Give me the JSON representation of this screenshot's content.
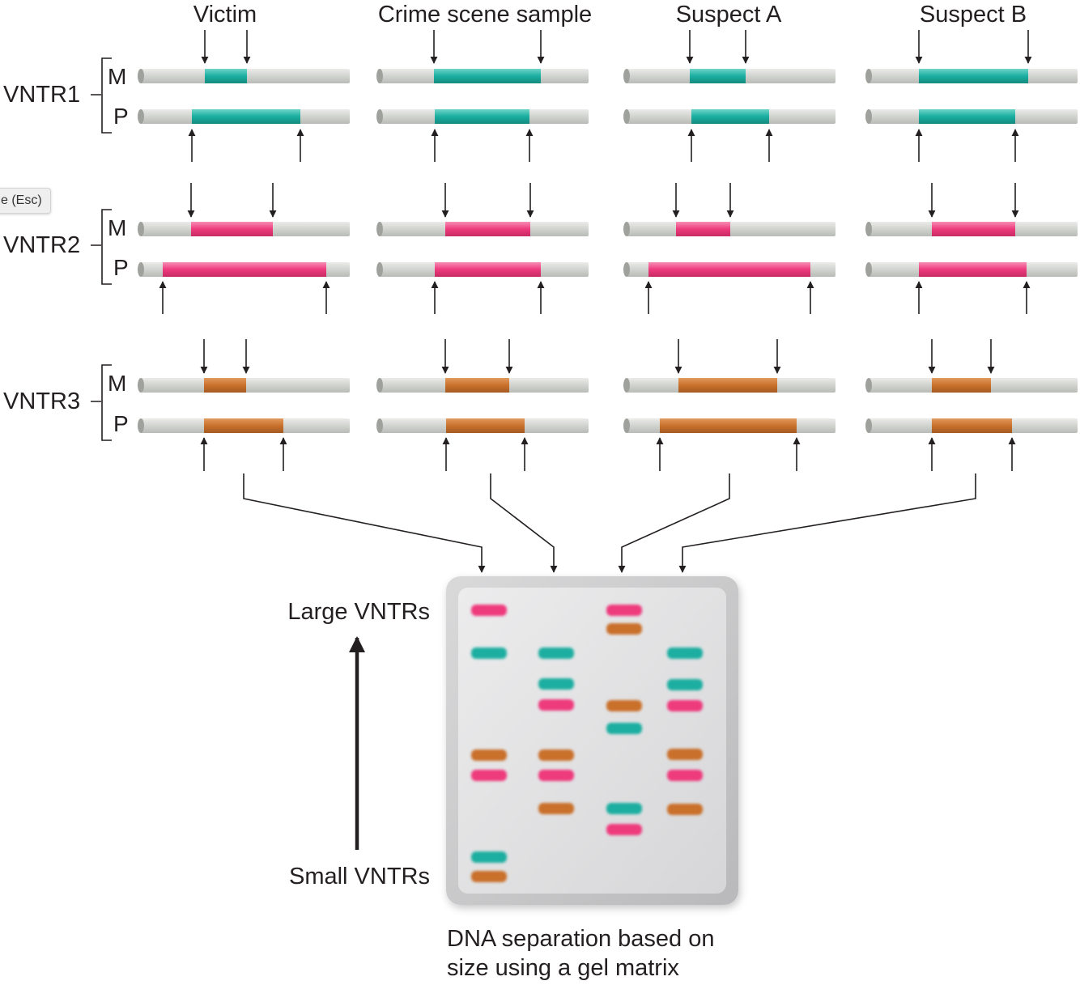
{
  "escape_hint": "e (Esc)",
  "columns": [
    "Victim",
    "Crime scene sample",
    "Suspect A",
    "Suspect B"
  ],
  "loci": [
    {
      "name": "VNTR1",
      "color": "#1aaea0"
    },
    {
      "name": "VNTR2",
      "color": "#ee3a7c"
    },
    {
      "name": "VNTR3",
      "color": "#c9702c"
    }
  ],
  "allele_labels": {
    "maternal": "M",
    "paternal": "P"
  },
  "gel": {
    "large_label": "Large VNTRs",
    "small_label": "Small VNTRs",
    "caption_line1": "DNA separation based on",
    "caption_line2": "size using a gel matrix"
  },
  "colors": {
    "rod": "#d4d6d2",
    "arrow": "#231f20",
    "gel_frame": "#c4c4c6",
    "gel_inner": "#e2e2e3"
  }
}
